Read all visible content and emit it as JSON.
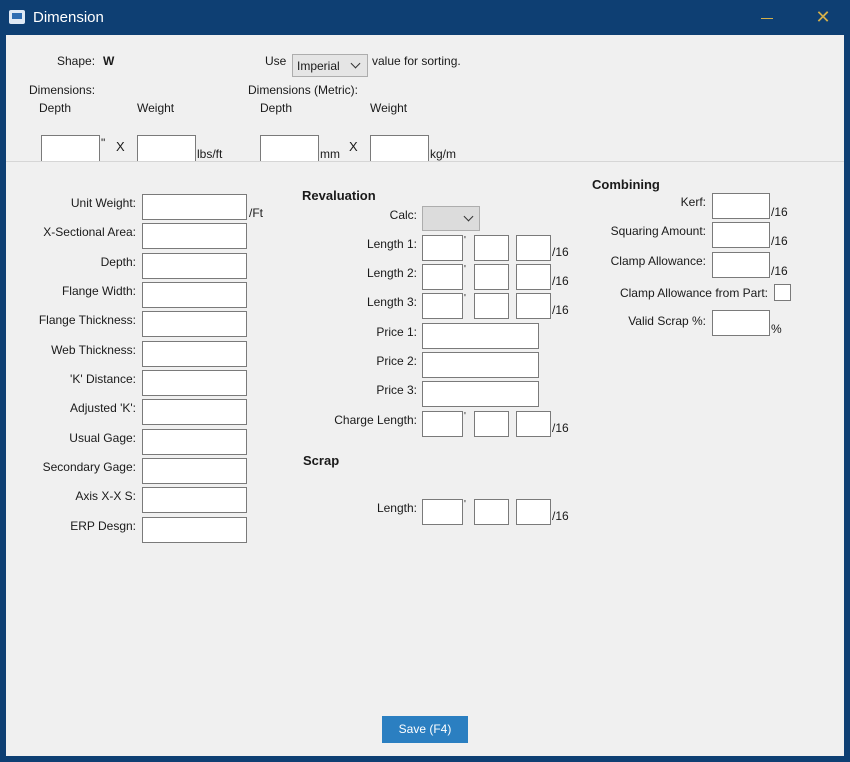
{
  "window": {
    "title": "Dimension"
  },
  "header": {
    "shape_label": "Shape:",
    "shape_value": "W",
    "use_label": "Use",
    "units_select": {
      "value": "Imperial"
    },
    "sorting_suffix": "value for sorting.",
    "dimensions_label": "Dimensions:",
    "dimensions_metric_label": "Dimensions (Metric):",
    "depth_label": "Depth",
    "weight_label": "Weight",
    "inch_unit": "\"",
    "x_symbol": "X",
    "lbs_unit": "lbs/ft",
    "mm_unit": "mm",
    "kg_unit": "kg/m",
    "depth_value": "",
    "weight_value": "",
    "metric_depth_value": "",
    "metric_weight_value": ""
  },
  "properties": {
    "fields": [
      {
        "label": "Unit Weight:",
        "value": "",
        "unit": "/Ft"
      },
      {
        "label": "X-Sectional Area:",
        "value": ""
      },
      {
        "label": "Depth:",
        "value": ""
      },
      {
        "label": "Flange Width:",
        "value": ""
      },
      {
        "label": "Flange Thickness:",
        "value": ""
      },
      {
        "label": "Web Thickness:",
        "value": ""
      },
      {
        "label": "'K' Distance:",
        "value": ""
      },
      {
        "label": "Adjusted 'K':",
        "value": ""
      },
      {
        "label": "Usual Gage:",
        "value": ""
      },
      {
        "label": "Secondary Gage:",
        "value": ""
      },
      {
        "label": "Axis X-X S:",
        "value": ""
      },
      {
        "label": "ERP Desgn:",
        "value": ""
      }
    ]
  },
  "revaluation": {
    "title": "Revaluation",
    "calc_label": "Calc:",
    "calc_value": "",
    "lengths": [
      {
        "label": "Length 1:"
      },
      {
        "label": "Length 2:"
      },
      {
        "label": "Length 3:"
      }
    ],
    "prices": [
      {
        "label": "Price 1:",
        "value": ""
      },
      {
        "label": "Price 2:",
        "value": ""
      },
      {
        "label": "Price 3:",
        "value": ""
      }
    ],
    "charge_length_label": "Charge Length:",
    "feet_mark": "'",
    "sixteenths_unit": "/16"
  },
  "scrap": {
    "title": "Scrap",
    "length_label": "Length:"
  },
  "combining": {
    "title": "Combining",
    "kerf_label": "Kerf:",
    "squaring_label": "Squaring Amount:",
    "clamp_label": "Clamp Allowance:",
    "clamp_from_part_label": "Clamp Allowance from Part:",
    "clamp_from_part_checked": false,
    "valid_scrap_label": "Valid Scrap %:",
    "sixteenths_unit": "/16",
    "percent_unit": "%"
  },
  "footer": {
    "save_label": "Save (F4)"
  }
}
